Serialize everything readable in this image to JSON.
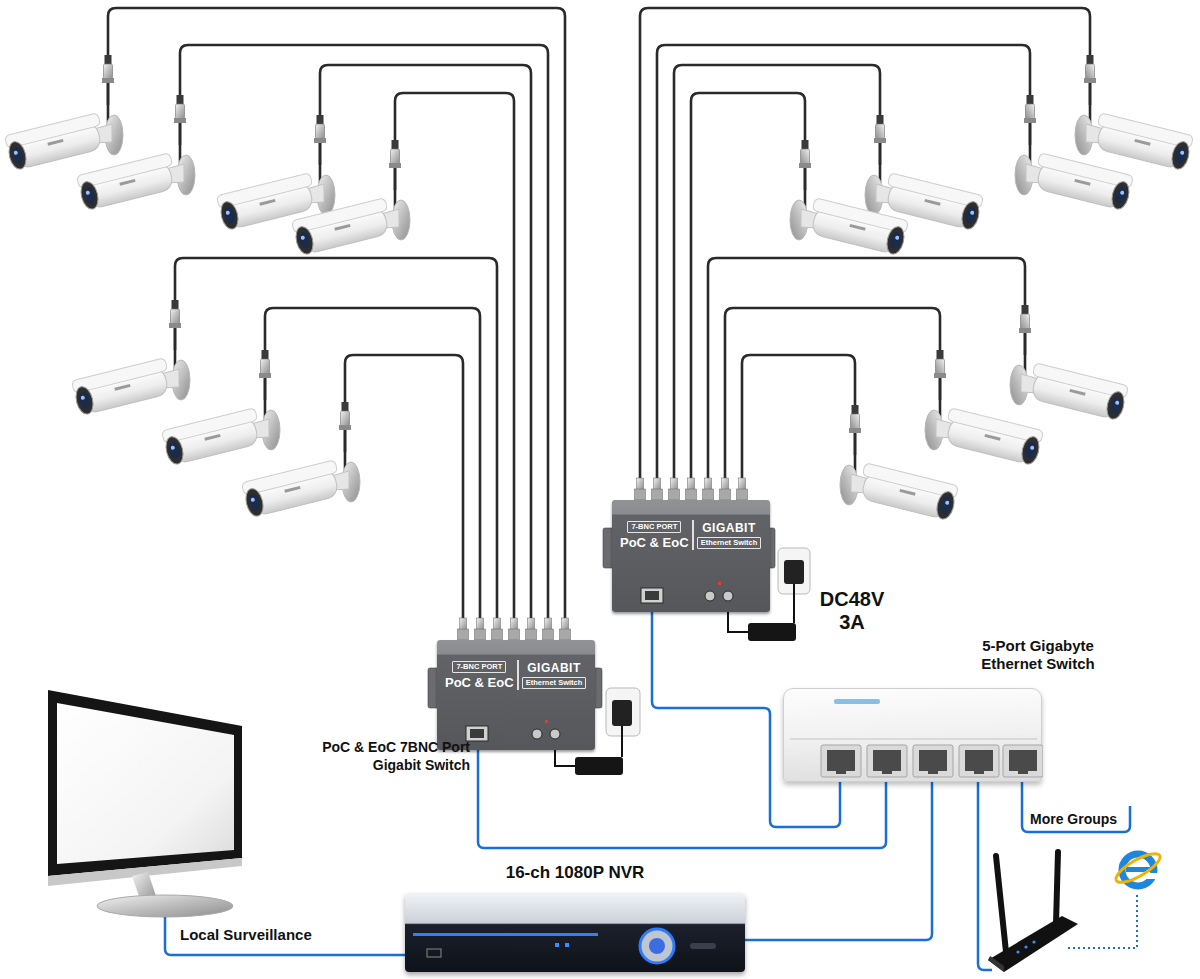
{
  "diagram": {
    "nodes": [
      {
        "text": [
          "7-BNC PORT",
          "PoC & EoC",
          "GIGABIT",
          "Ethernet Switch"
        ]
      },
      {
        "text": [
          "7-BNC PORT",
          "PoC & EoC",
          "GIGABIT",
          "Ethernet Switch"
        ]
      },
      {
        "text": [
          "5-Port Gigabyte Ethernet Switch"
        ]
      },
      {
        "text": [
          "16-ch 1080P NVR"
        ]
      }
    ],
    "edges": [
      {
        "from": 0,
        "to": 2,
        "arrow": "none"
      },
      {
        "from": 1,
        "to": 2,
        "arrow": "none"
      },
      {
        "from": 3,
        "to": 2,
        "arrow": "none"
      }
    ],
    "labels": [
      "DC48V 3A",
      "PoC & EoC 7BNC Port Gigabit Switch",
      "More Groups",
      "Local Surveillance"
    ]
  }
}
